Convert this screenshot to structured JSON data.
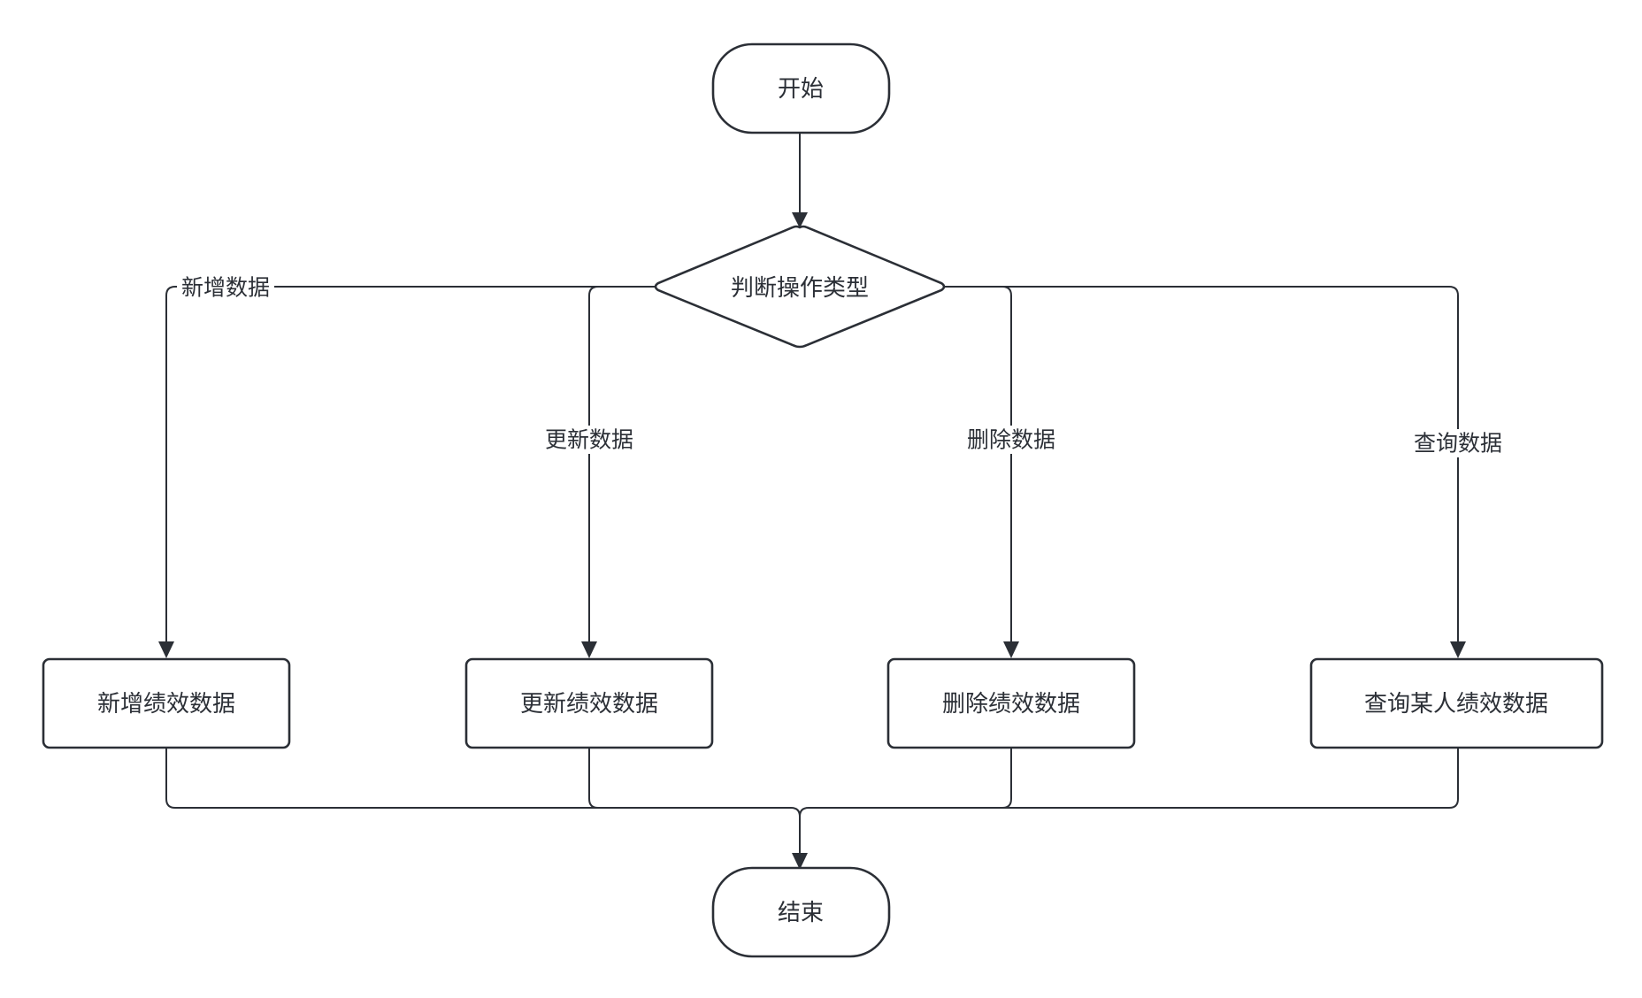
{
  "nodes": {
    "start": "开始",
    "decision": "判断操作类型",
    "add": "新增绩效数据",
    "update": "更新绩效数据",
    "delete": "删除绩效数据",
    "query": "查询某人绩效数据",
    "end": "结束"
  },
  "edge_labels": {
    "add": "新增数据",
    "update": "更新数据",
    "delete": "删除数据",
    "query": "查询数据"
  }
}
